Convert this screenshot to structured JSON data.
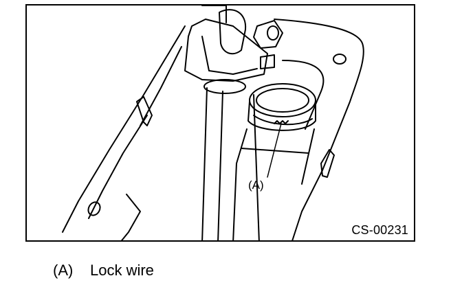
{
  "figure": {
    "callout": "(A)",
    "code": "CS-00231"
  },
  "legend": {
    "items": [
      {
        "key": "(A)",
        "label": "Lock wire"
      }
    ]
  }
}
